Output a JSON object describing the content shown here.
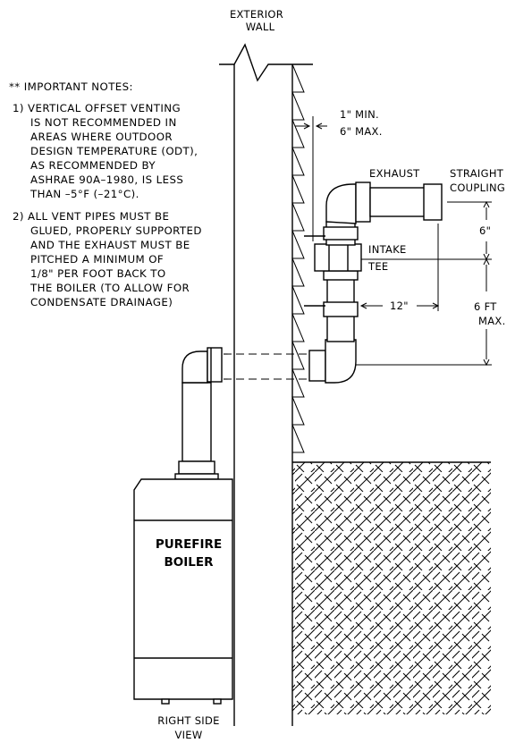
{
  "labels": {
    "exterior_wall": [
      "EXTERIOR",
      "WALL"
    ],
    "min_max": [
      "1\" MIN.",
      "6\" MAX."
    ],
    "exhaust": "EXHAUST",
    "straight_coupling": [
      "STRAIGHT",
      "COUPLING"
    ],
    "intake_tee": [
      "INTAKE",
      "TEE"
    ],
    "dim_6in": "6\"",
    "dim_12in": "12\"",
    "dim_6ft": [
      "6 FT",
      "MAX."
    ],
    "boiler": [
      "PUREFIRE",
      "BOILER"
    ],
    "view": [
      "RIGHT SIDE",
      "VIEW"
    ]
  },
  "notes": {
    "heading": "** IMPORTANT NOTES:",
    "note1": [
      "1) VERTICAL OFFSET VENTING",
      "IS NOT RECOMMENDED IN",
      "AREAS WHERE OUTDOOR",
      "DESIGN TEMPERATURE (ODT),",
      "AS RECOMMENDED BY",
      "ASHRAE 90A–1980, IS LESS",
      "THAN –5°F (–21°C)."
    ],
    "note2": [
      "2) ALL VENT PIPES MUST BE",
      "GLUED, PROPERLY SUPPORTED",
      "AND THE EXHAUST MUST BE",
      "PITCHED A MINIMUM OF",
      "1/8\" PER FOOT BACK TO",
      "THE BOILER (TO ALLOW FOR",
      "CONDENSATE DRAINAGE)"
    ]
  }
}
